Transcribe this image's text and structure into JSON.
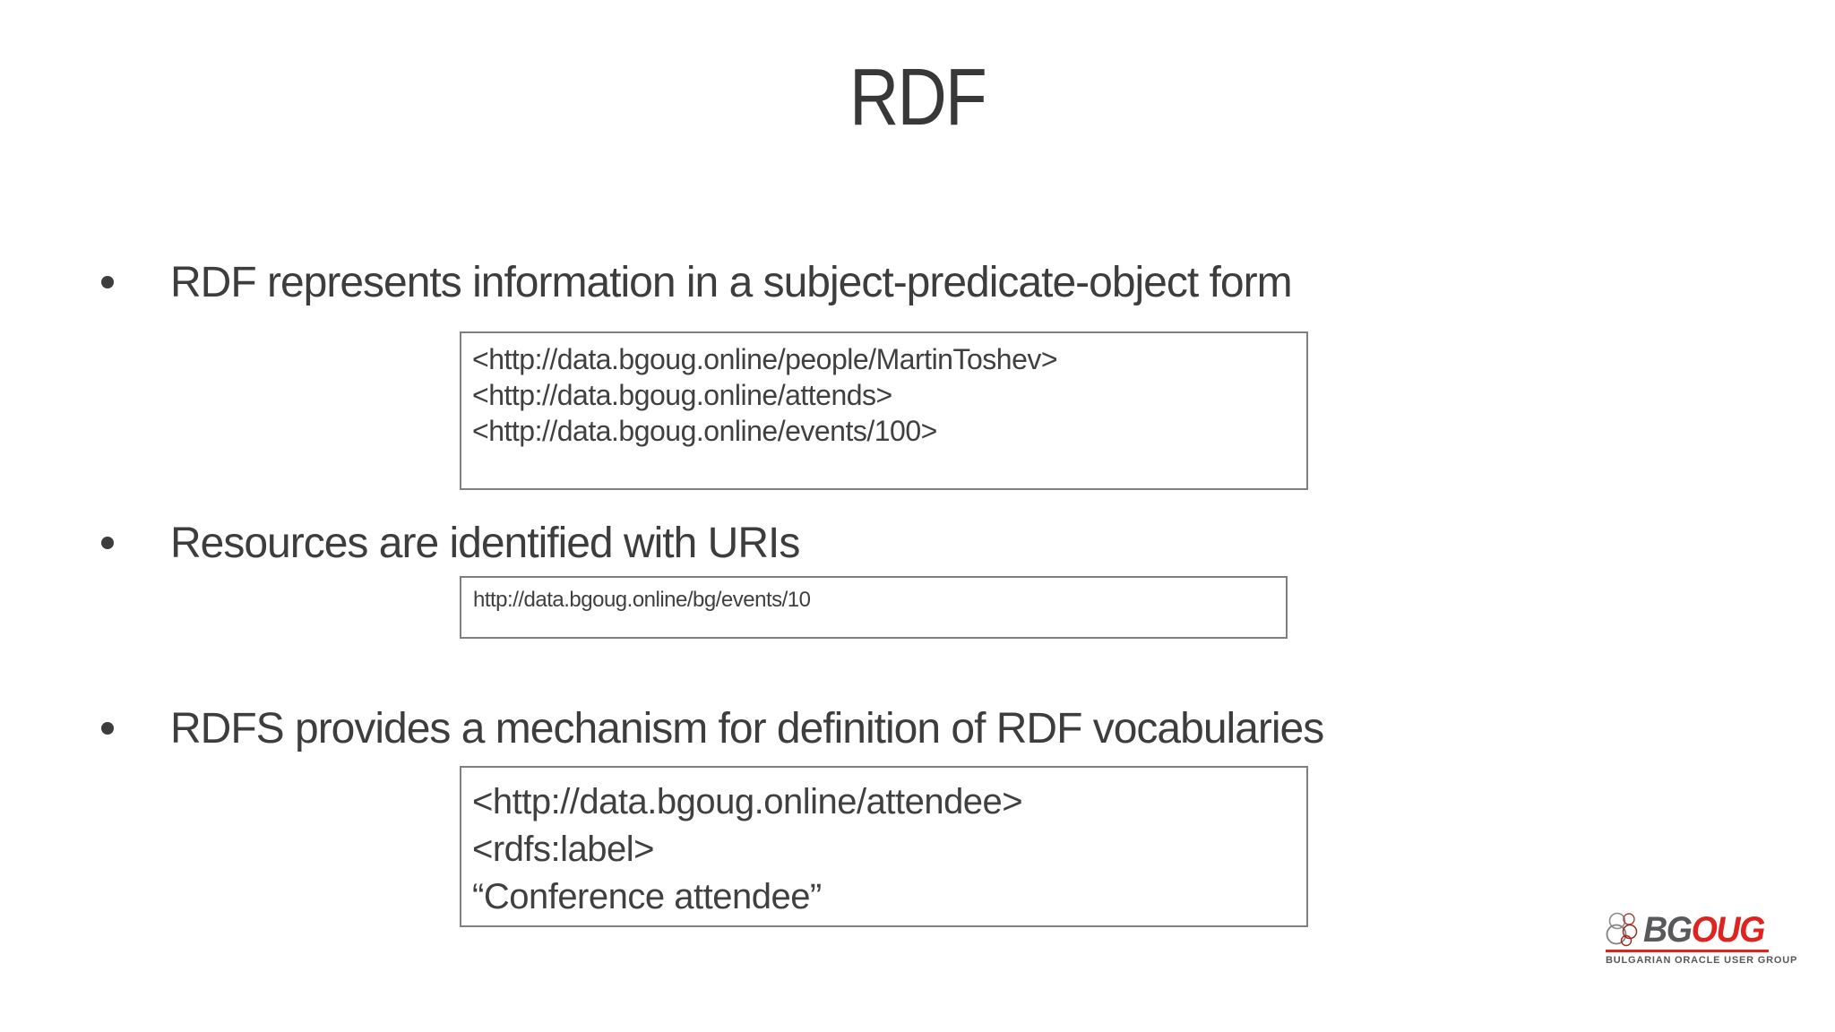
{
  "slide": {
    "title": "RDF",
    "bullets": [
      {
        "text": "RDF represents information in a subject-predicate-object form",
        "code": [
          "<http://data.bgoug.online/people/MartinToshev>",
          "<http://data.bgoug.online/attends>",
          "<http://data.bgoug.online/events/100>"
        ]
      },
      {
        "text": "Resources are identified with URIs",
        "code": [
          "http://data.bgoug.online/bg/events/10"
        ]
      },
      {
        "text": "RDFS provides a mechanism for definition of RDF vocabularies",
        "code": [
          "<http://data.bgoug.online/attendee>",
          "<rdfs:label>",
          "“Conference attendee”"
        ]
      }
    ],
    "logo": {
      "brand_part_gray": "BG",
      "brand_part_red": "OUG",
      "caption": "BULGARIAN ORACLE USER GROUP"
    },
    "colors": {
      "text": "#3d3d3d",
      "box_border": "#7f7f7f",
      "logo_gray": "#58595b",
      "logo_red": "#e0231f",
      "background": "#ffffff"
    }
  }
}
